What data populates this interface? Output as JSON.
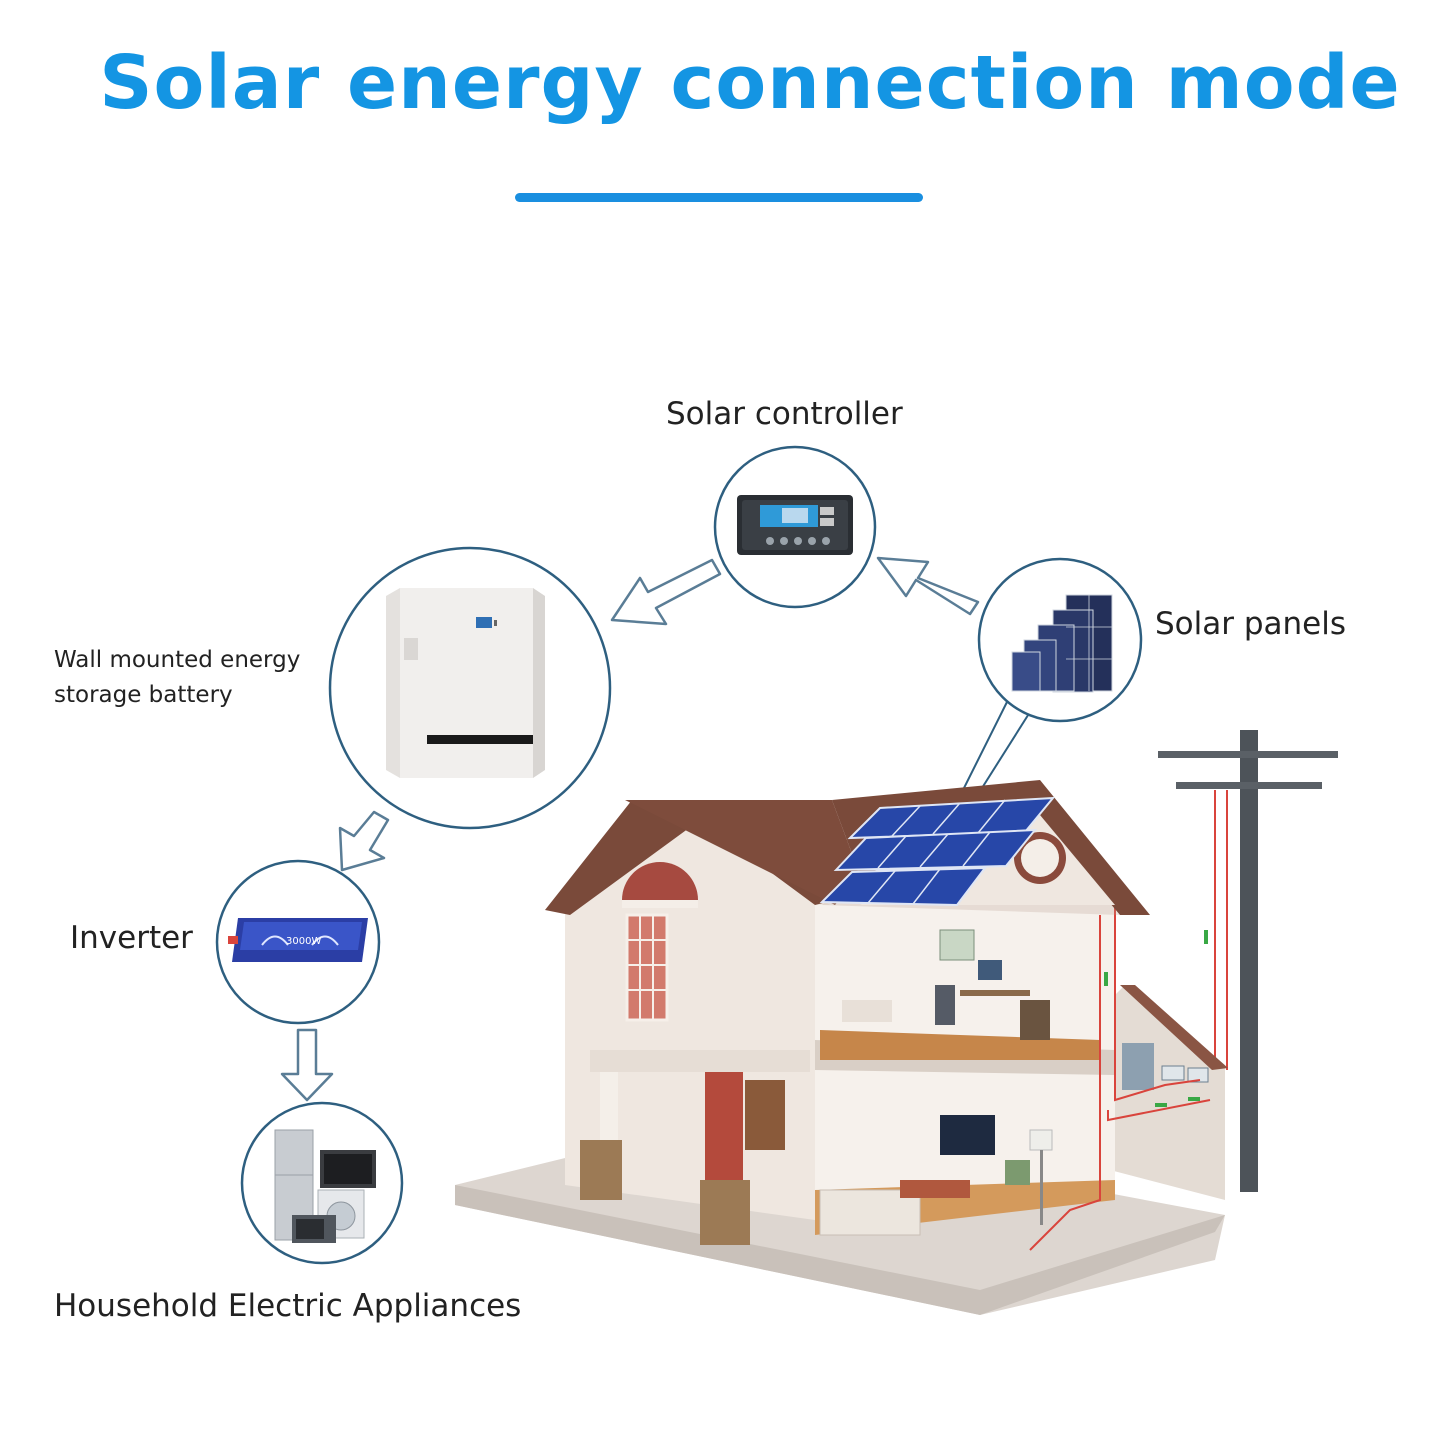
{
  "title": "Solar energy connection mode",
  "components": {
    "solar_controller": {
      "label": "Solar controller"
    },
    "solar_panels": {
      "label": "Solar panels"
    },
    "battery": {
      "label_line1": "Wall mounted energy",
      "label_line2": "storage battery"
    },
    "inverter": {
      "label": "Inverter",
      "rating": "3000W"
    },
    "appliances": {
      "label": "Household Electric Appliances"
    }
  },
  "colors": {
    "title": "#1495e3",
    "accent_bar": "#1a8fe0",
    "circle_stroke": "#2e5f80",
    "arrow_stroke": "#5a7d96",
    "roof": "#7a4a3a",
    "wall": "#efe7e0",
    "panel": "#2747a8",
    "wire": "#d9443c"
  },
  "icons": {
    "controller": "charge-controller-icon",
    "panels": "solar-panels-icon",
    "battery": "wall-battery-icon",
    "inverter": "inverter-icon",
    "appliances": "appliances-icon"
  }
}
